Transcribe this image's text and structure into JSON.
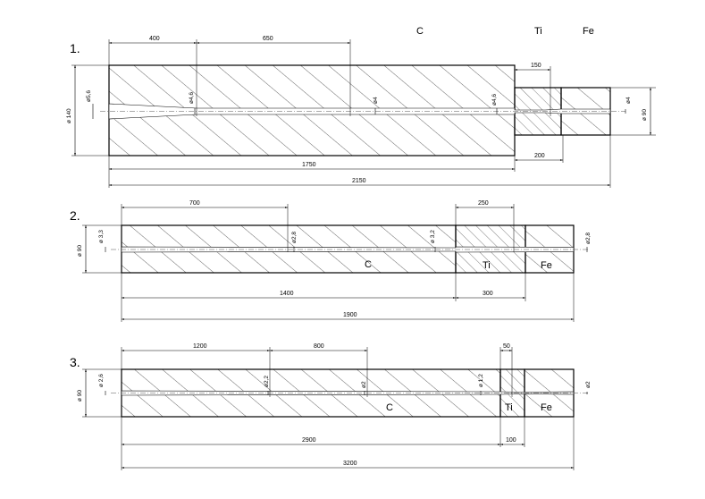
{
  "materials_header": {
    "c": "C",
    "ti": "Ti",
    "fe": "Fe"
  },
  "d1": {
    "number": "1.",
    "len_400": "400",
    "len_650": "650",
    "len_150": "150",
    "len_200": "200",
    "len_1750": "1750",
    "len_2150": "2150",
    "dia_140": "ø 140",
    "dia_90": "ø 90",
    "bore_5_6": "ø5,6",
    "bore_4_6a": "ø4,6",
    "bore_4": "ø4",
    "bore_4_6b": "ø4,6",
    "bore_4_end": "ø4"
  },
  "d2": {
    "number": "2.",
    "len_700": "700",
    "len_250": "250",
    "len_1400": "1400",
    "len_300": "300",
    "len_1900": "1900",
    "dia_90": "ø 90",
    "bore_3_3": "ø 3,3",
    "bore_2_8a": "ø2,8",
    "bore_3_2": "ø 3,2",
    "bore_2_8b": "ø2,8",
    "mat_c": "C",
    "mat_ti": "Ti",
    "mat_fe": "Fe"
  },
  "d3": {
    "number": "3.",
    "len_1200": "1200",
    "len_800": "800",
    "len_50": "50",
    "len_2900": "2900",
    "len_100": "100",
    "len_3200": "3200",
    "dia_90": "ø 90",
    "bore_2_6": "ø 2,6",
    "bore_2_2": "ø2,2",
    "bore_2": "ø2",
    "bore_1_2": "ø 1,2",
    "bore_2_end": "ø2",
    "mat_c": "C",
    "mat_ti": "Ti",
    "mat_fe": "Fe"
  }
}
